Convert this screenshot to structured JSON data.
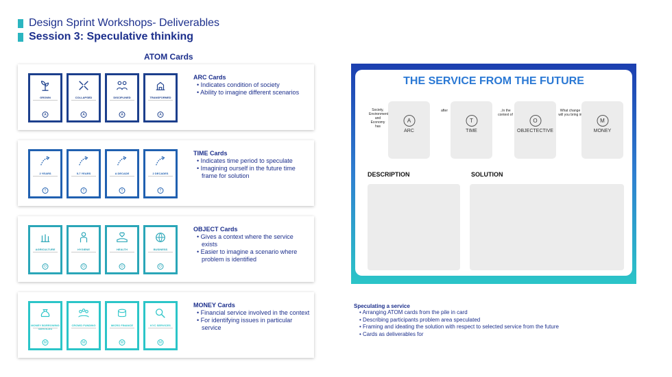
{
  "header": {
    "line1": "Design Sprint Workshops- Deliverables",
    "line2": "Session 3: Speculative thinking"
  },
  "atom_title": "ATOM Cards",
  "colors": {
    "navy": "#1c3f8c",
    "blue": "#2060b0",
    "teal": "#2aa6b8",
    "aqua": "#2bc5c8"
  },
  "panels": [
    {
      "title": "ARC Cards",
      "bullets": [
        "Indicates condition of society",
        "Ability to imagine different scenarios"
      ],
      "badge": "A",
      "color": "#1c3f8c",
      "cards": [
        {
          "name": "GROWN",
          "icon": "plant-icon"
        },
        {
          "name": "COLLAPSED",
          "icon": "collapse-arrows-icon"
        },
        {
          "name": "DISCIPLINED",
          "icon": "people-icon"
        },
        {
          "name": "TRANSFORMED",
          "icon": "building-icon"
        }
      ]
    },
    {
      "title": "TIME Cards",
      "bullets": [
        "Indicates time period to speculate",
        "Imagining ourself in the future time frame for solution"
      ],
      "badge": "T",
      "color": "#2060b0",
      "cards": [
        {
          "name": "2 YEARS",
          "icon": "arrow-curve-icon"
        },
        {
          "name": "5-7 YEARS",
          "icon": "arrow-curve-icon"
        },
        {
          "name": "A DECADE",
          "icon": "arrow-curve-icon"
        },
        {
          "name": "2 DECADES",
          "icon": "arrow-curve-icon"
        }
      ]
    },
    {
      "title": "OBJECT Cards",
      "bullets": [
        "Gives a context where the service exists",
        "Easier to imagine a scenario where problem is identified"
      ],
      "badge": "O",
      "color": "#2aa6b8",
      "cards": [
        {
          "name": "AGRICULTURE",
          "icon": "crop-icon"
        },
        {
          "name": "HYGIENE",
          "icon": "person-icon"
        },
        {
          "name": "HEALTH",
          "icon": "hand-heart-icon"
        },
        {
          "name": "BUSINESS",
          "icon": "globe-icon"
        }
      ]
    },
    {
      "title": "MONEY Cards",
      "bullets": [
        "Financial service involved in the context",
        "For identifying issues in particular service"
      ],
      "badge": "M",
      "color": "#2bc5c8",
      "cards": [
        {
          "name": "MONEY BORROWING SERVICES",
          "icon": "money-bag-icon"
        },
        {
          "name": "CROWD FUNDING",
          "icon": "crowd-icon"
        },
        {
          "name": "MICRO FINANCE",
          "icon": "coins-icon"
        },
        {
          "name": "KYC SERVICES",
          "icon": "magnifier-icon"
        }
      ]
    }
  ],
  "board": {
    "title": "THE SERVICE FROM THE FUTURE",
    "pre_labels": [
      "Society, Environment and Economy has",
      "after",
      "..In the context of",
      "What change will you bring in"
    ],
    "slots": [
      {
        "letter": "A",
        "label": "ARC"
      },
      {
        "letter": "T",
        "label": "TIME"
      },
      {
        "letter": "O",
        "label": "OBJECTECTIVE"
      },
      {
        "letter": "M",
        "label": "MONEY"
      }
    ],
    "description_label": "DESCRIPTION",
    "solution_label": "SOLUTION"
  },
  "speculating": {
    "title": "Speculating a service",
    "bullets": [
      "Arranging ATOM cards from the pile in card",
      "Describing participants problem area speculated",
      "Framing and ideating the solution with respect to selected service from the future",
      "Cards as deliverables for"
    ]
  }
}
